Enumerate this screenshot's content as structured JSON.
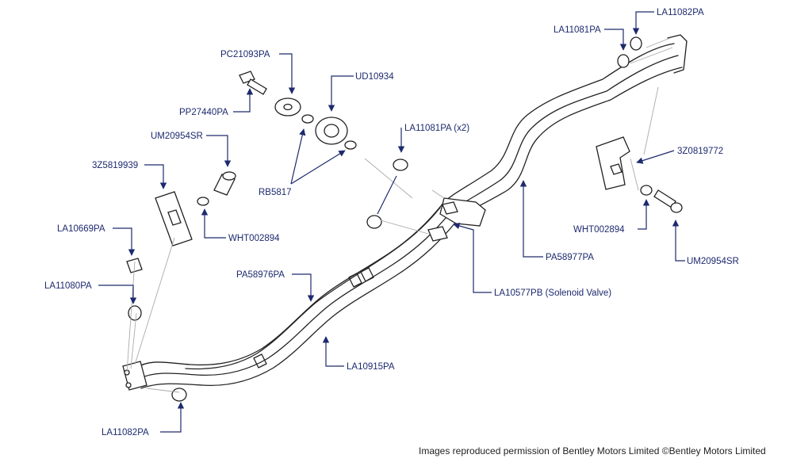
{
  "labels": {
    "la11082pa_top": "LA11082PA",
    "la11081pa_top": "LA11081PA",
    "pc21093pa": "PC21093PA",
    "ud10934": "UD10934",
    "pp27440pa": "PP27440PA",
    "um20954sr_left": "UM20954SR",
    "la11081pa_x2": "LA11081PA (x2)",
    "3z5819939": "3Z5819939",
    "3z0819772": "3Z0819772",
    "rb5817": "RB5817",
    "wht002894_left": "WHT002894",
    "wht002894_right": "WHT002894",
    "la10669pa": "LA10669PA",
    "pa58977pa": "PA58977PA",
    "um20954sr_right": "UM20954SR",
    "pa58976pa": "PA58976PA",
    "la11080pa": "LA11080PA",
    "la10577pb": "LA10577PB (Solenoid Valve)",
    "la10915pa": "LA10915PA",
    "la11082pa_bottom": "LA11082PA"
  },
  "credit": "Images reproduced permission of Bentley Motors Limited ©Bentley Motors Limited",
  "colors": {
    "label": "#1d2a6e",
    "line": "#222222"
  }
}
